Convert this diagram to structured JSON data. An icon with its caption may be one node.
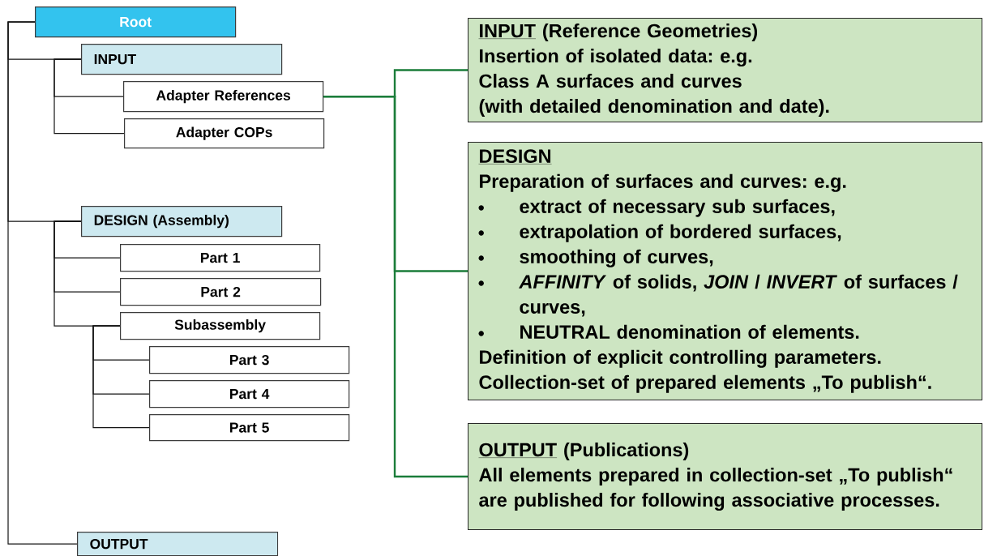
{
  "diagram": {
    "nodes": [
      {
        "text": [
          "Root"
        ]
      },
      {
        "text": [
          "INPUT"
        ]
      },
      {
        "text": [
          "Adapter References"
        ]
      },
      {
        "text": [
          "Adapter COPs"
        ]
      },
      {
        "text": [
          "DESIGN (Assembly)"
        ]
      },
      {
        "text": [
          "Part 1"
        ]
      },
      {
        "text": [
          "Part 2"
        ]
      },
      {
        "text": [
          "Subassembly"
        ]
      },
      {
        "text": [
          "Part 3"
        ]
      },
      {
        "text": [
          "Part 4"
        ]
      },
      {
        "text": [
          "Part 5"
        ]
      },
      {
        "text": [
          "OUTPUT"
        ]
      },
      {
        "text": [
          "INPUT",
          "(Reference Geometries)",
          "Insertion of isolated data: e.g.",
          "Class A surfaces and curves",
          "(with detailed denomination and date)."
        ]
      },
      {
        "text": [
          "DESIGN",
          "Preparation of surfaces and curves: e.g.",
          "extract of necessary sub surfaces,",
          "extrapolation of bordered surfaces,",
          "smoothing of curves,",
          "*AFFINITY* of solids, *JOIN*  / *INVERT* of surfaces / curves,",
          "NEUTRAL denomination of elements.",
          "Definition of explicit controlling parameters.",
          "Collection-set of prepared elements „To publish“."
        ]
      },
      {
        "text": [
          "OUTPUT",
          "(Publications)",
          "All elements prepared in collection-set „To publish“ are published for following associative processes."
        ]
      }
    ],
    "edges": [
      {
        "from": 0,
        "to": 1,
        "arrow": "none"
      },
      {
        "from": 1,
        "to": 2,
        "arrow": "none"
      },
      {
        "from": 1,
        "to": 3,
        "arrow": "none"
      },
      {
        "from": 0,
        "to": 4,
        "arrow": "none"
      },
      {
        "from": 4,
        "to": 5,
        "arrow": "none"
      },
      {
        "from": 4,
        "to": 6,
        "arrow": "none"
      },
      {
        "from": 4,
        "to": 7,
        "arrow": "none"
      },
      {
        "from": 7,
        "to": 8,
        "arrow": "none"
      },
      {
        "from": 7,
        "to": 9,
        "arrow": "none"
      },
      {
        "from": 7,
        "to": 10,
        "arrow": "none"
      },
      {
        "from": 0,
        "to": 11,
        "arrow": "none"
      },
      {
        "from": 2,
        "to": 12,
        "arrow": "none",
        "color": "#1b7d3a"
      },
      {
        "from": 2,
        "to": 13,
        "arrow": "none",
        "color": "#1b7d3a"
      },
      {
        "from": 2,
        "to": 14,
        "arrow": "none",
        "color": "#1b7d3a"
      }
    ]
  }
}
